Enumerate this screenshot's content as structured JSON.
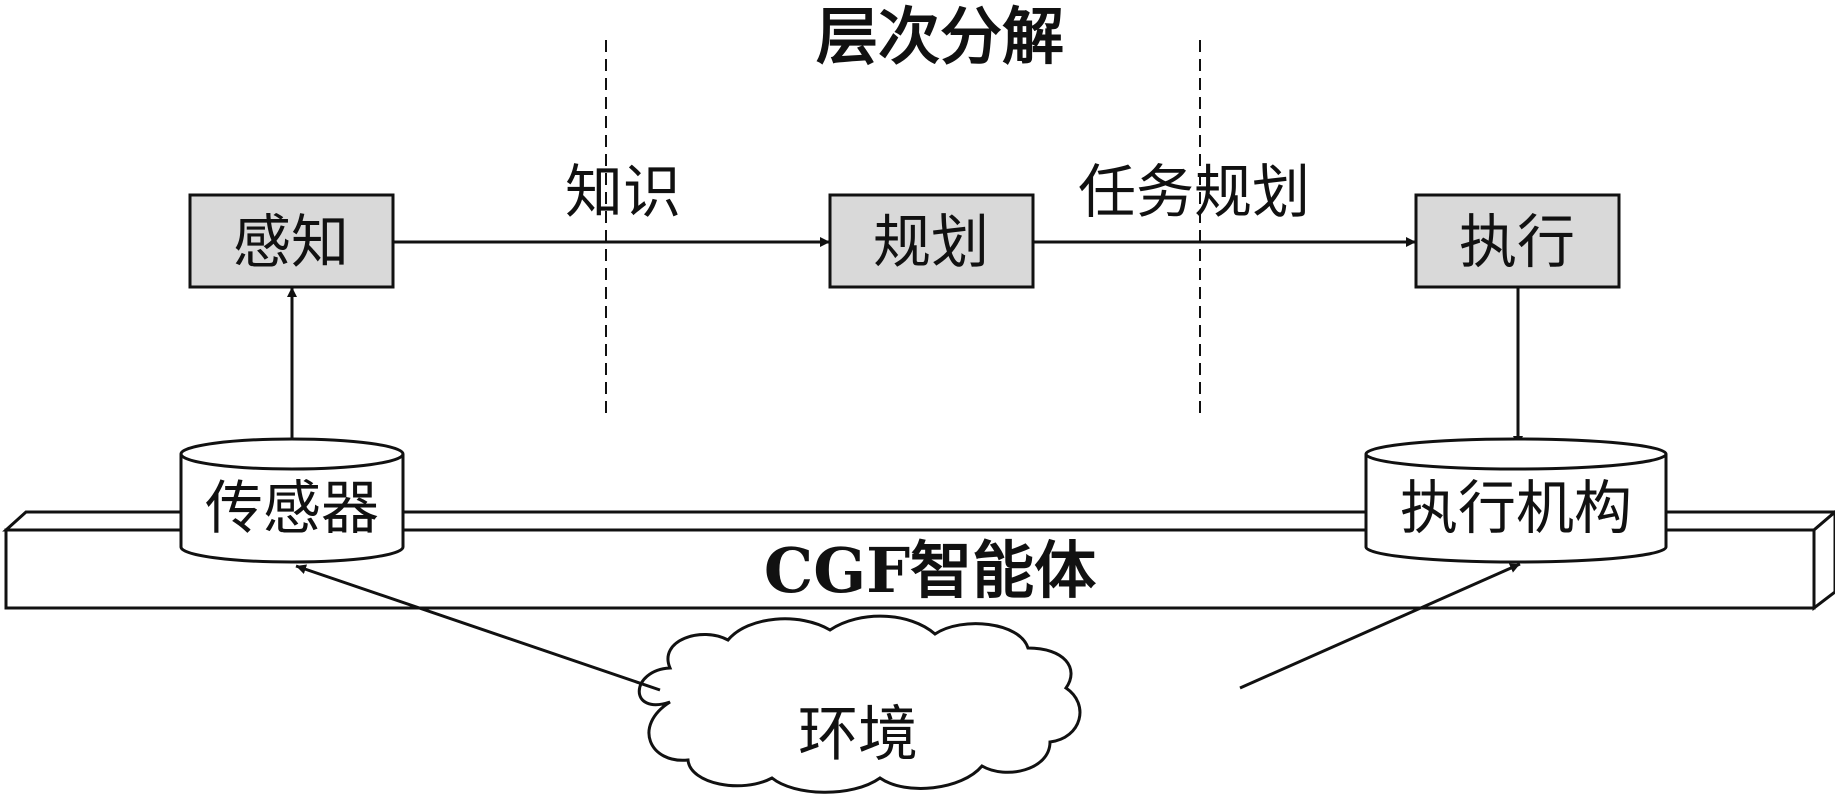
{
  "title": "层次分解",
  "agent_label": "CGF智能体",
  "nodes": {
    "perception": "感知",
    "planning": "规划",
    "execution": "执行",
    "sensor": "传感器",
    "actuator": "执行机构",
    "environment": "环境"
  },
  "edges": {
    "perception_to_planning": "知识",
    "planning_to_execution": "任务规划"
  },
  "colors": {
    "box_fill": "#d9d9d9",
    "stroke": "#111111",
    "background": "#ffffff"
  }
}
